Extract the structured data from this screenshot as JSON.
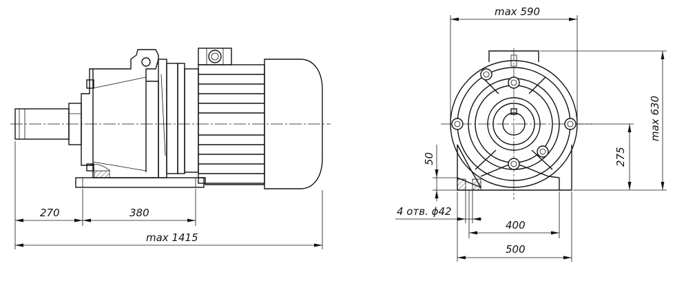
{
  "side_view": {
    "dim_shaft": "270",
    "dim_mount": "380",
    "dim_total": "max 1415"
  },
  "front_view": {
    "dim_width": "max 590",
    "dim_height": "max 630",
    "dim_axis_height": "275",
    "dim_foot": "50",
    "dim_holes": "4 отв. ϕ42",
    "dim_hole_spacing": "400",
    "dim_base": "500"
  }
}
